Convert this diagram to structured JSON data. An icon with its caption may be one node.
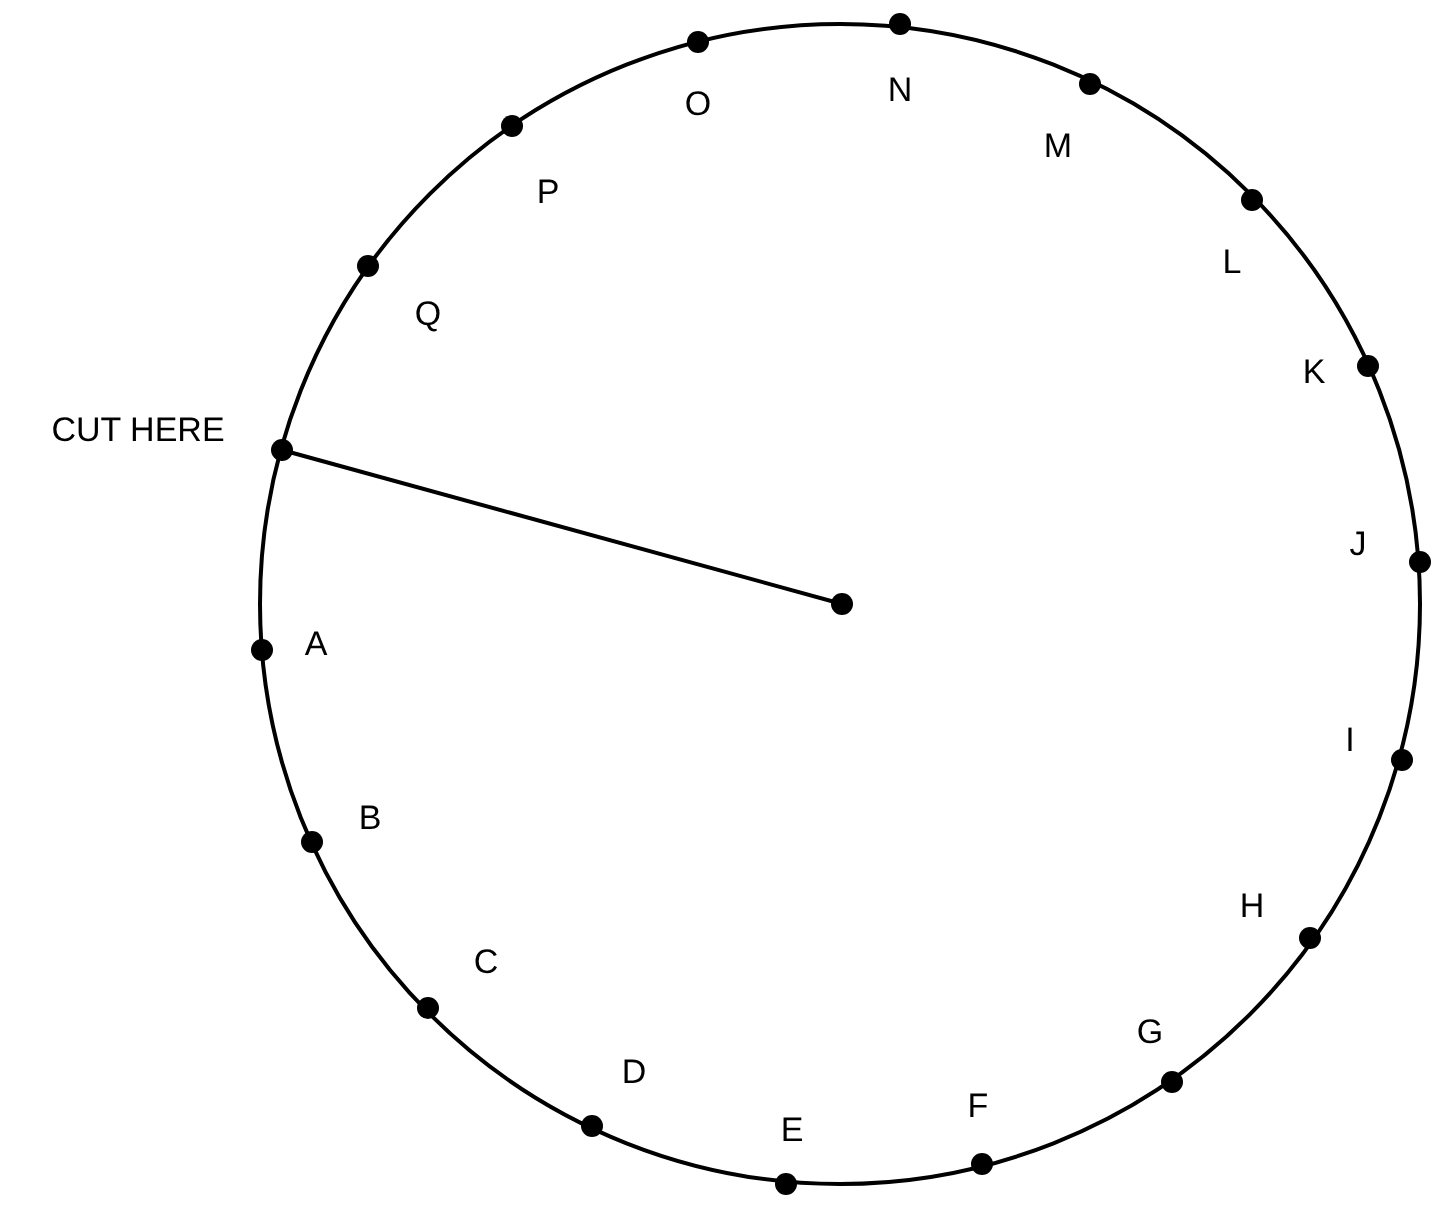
{
  "diagram": {
    "labels": [
      "CUT HERE",
      "A",
      "B",
      "C",
      "D",
      "E",
      "F",
      "G",
      "H",
      "I",
      "J",
      "K",
      "L",
      "M",
      "N",
      "O",
      "P",
      "Q"
    ]
  }
}
